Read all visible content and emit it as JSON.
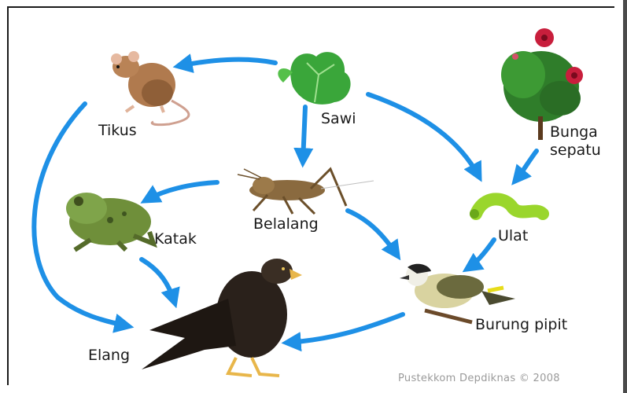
{
  "organisms": {
    "tikus": "Tikus",
    "sawi": "Sawi",
    "bunga_line1": "Bunga",
    "bunga_line2": "sepatu",
    "belalang": "Belalang",
    "katak": "Katak",
    "ulat": "Ulat",
    "elang": "Elang",
    "burung": "Burung pipit"
  },
  "credit": "Pustekkom Depdiknas © 2008",
  "colors": {
    "arrow": "#1e90e6",
    "frame": "#1a1a1a",
    "plant_green": "#3aa63a",
    "flower_red": "#c81e3c"
  }
}
